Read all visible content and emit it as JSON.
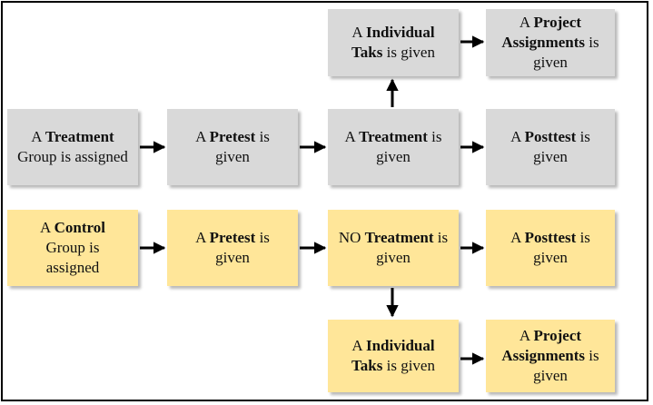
{
  "colors": {
    "treatment_box": "#d9d9d9",
    "control_box": "#ffe699",
    "arrow": "#000000"
  },
  "boxes": {
    "individual_top": {
      "pre": "A ",
      "bold": "Individual Taks",
      "post": " is given"
    },
    "project_top": {
      "pre": "A ",
      "bold": "Project Assignments",
      "post": " is given"
    },
    "treatment_group": {
      "pre": "A ",
      "bold": "Treatment",
      "post": " Group is assigned"
    },
    "pretest_t": {
      "pre": "A ",
      "bold": "Pretest",
      "post": " is given"
    },
    "treatment": {
      "pre": "A ",
      "bold": "Treatment",
      "post": " is given"
    },
    "posttest_t": {
      "pre": "A ",
      "bold": "Posttest",
      "post": " is given"
    },
    "control_group": {
      "pre": "A ",
      "bold": "Control",
      "post": " Group is assigned"
    },
    "pretest_c": {
      "pre": "A ",
      "bold": "Pretest",
      "post": " is given"
    },
    "no_treatment": {
      "pre": "NO ",
      "bold": "Treatment",
      "post": " is given"
    },
    "posttest_c": {
      "pre": "A ",
      "bold": "Posttest",
      "post": " is given"
    },
    "individual_bot": {
      "pre": "A ",
      "bold": "Individual Taks",
      "post": " is given"
    },
    "project_bot": {
      "pre": "A ",
      "bold": "Project Assignments",
      "post": " is given"
    }
  }
}
